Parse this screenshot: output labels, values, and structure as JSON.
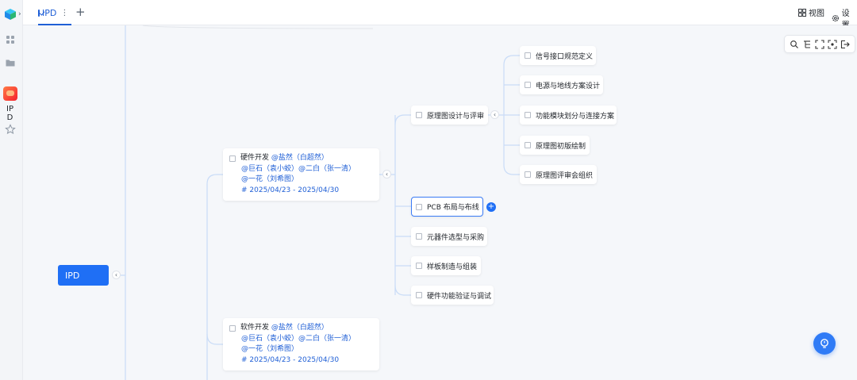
{
  "tabs": [
    {
      "label": "IPD",
      "more": "⋮"
    }
  ],
  "add_tab": "+",
  "top_actions": {
    "view": "视图",
    "settings": "设置"
  },
  "rail": {
    "app_label_line1": "IP",
    "app_label_line2": "D",
    "expand": "›"
  },
  "root": {
    "label": "IPD"
  },
  "hardware": {
    "title": "硬件开发",
    "owner": "@盐然（白超然）",
    "members_line1": "@巨石（袁小蛟）@二白（张一清）",
    "members_line2": "@一花（刘希图）",
    "date": "# 2025/04/23 - 2025/04/30"
  },
  "software": {
    "title": "软件开发",
    "owner": "@盐然（白超然）",
    "members_line1": "@巨石（袁小蛟）@二白（张一清）",
    "members_line2": "@一花（刘希图）",
    "date": "# 2025/04/23 - 2025/04/30"
  },
  "hardware_children": [
    {
      "label": "原理图设计与评审"
    },
    {
      "label": "PCB 布局与布线"
    },
    {
      "label": "元器件选型与采购"
    },
    {
      "label": "样板制造与组装"
    },
    {
      "label": "硬件功能验证与调试"
    }
  ],
  "schematic_children": [
    {
      "label": "信号接口规范定义"
    },
    {
      "label": "电源与地线方案设计"
    },
    {
      "label": "功能模块划分与连接方案"
    },
    {
      "label": "原理图初版绘制"
    },
    {
      "label": "原理图评审会组织"
    }
  ],
  "glyphs": {
    "collapse": "‹",
    "add": "+"
  },
  "colors": {
    "accent": "#1f6ff5",
    "link": "#1f5fd6",
    "line": "#c9dcf7"
  }
}
